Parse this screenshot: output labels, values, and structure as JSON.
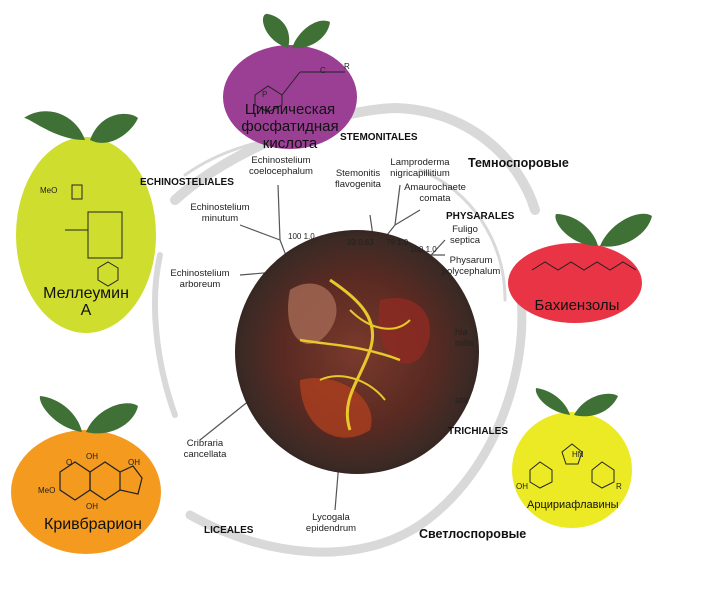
{
  "compounds": {
    "melleumin": "Меллеумин А",
    "cyclic_pa": [
      "Циклическая",
      "фосфатидная",
      "кислота"
    ],
    "bahienzol": "Бахиензолы",
    "cribrarion": "Кривбрарион",
    "arcyriaflavin": "Арцириафлавины"
  },
  "groups": {
    "dark_spored": "Темноспоровые",
    "light_spored": "Светлоспоровые"
  },
  "orders": {
    "echinosteliales": "ECHINOSTELIALES",
    "stemonitales": "STEMONITALES",
    "physarales": "PHYSARALES",
    "trichiales": "TRICHIALES",
    "liceales": "LICEALES"
  },
  "species": {
    "e_coelocephalum": [
      "Echinostelium",
      "coelocephalum"
    ],
    "e_minutum": [
      "Echinostelium",
      "minutum"
    ],
    "e_arboreum": [
      "Echinostelium",
      "arboreum"
    ],
    "s_flavogenita": [
      "Stemonitis",
      "flavogenita"
    ],
    "l_nigricapillitium": [
      "Lamproderma",
      "nigricapillitium"
    ],
    "a_comata": [
      "Amaurochaete",
      "comata"
    ],
    "f_septica": [
      "Fuligo",
      "septica"
    ],
    "p_polycephalum": [
      "Physarum",
      "polycephalum"
    ],
    "c_cancellata": [
      "Cribraria",
      "cancellata"
    ],
    "l_epidendrum": [
      "Lycogala",
      "epidendrum"
    ],
    "partial_1": [
      "hia",
      "milis"
    ],
    "partial_2": "ata"
  },
  "support_values": {
    "echino": "100 1.0",
    "stemo_left": "33 0.63",
    "stemo_mid": "79 1.0",
    "physarales": "100 1.0"
  },
  "structure_labels": {
    "meo": "MeO",
    "oh": "OH",
    "o": "O",
    "r": "R",
    "hn": "HN",
    "h": "H",
    "p": "P",
    "c": "C"
  },
  "colors": {
    "melleumin_fill": "#cfdd2e",
    "cyclic_pa_fill": "#9b3f95",
    "bahienzol_fill": "#e93446",
    "cribrarion_fill": "#f39a1f",
    "arcyriaflavin_fill": "#ecea25",
    "leaf": "#3f7036",
    "ring": "#d6d6d6"
  }
}
